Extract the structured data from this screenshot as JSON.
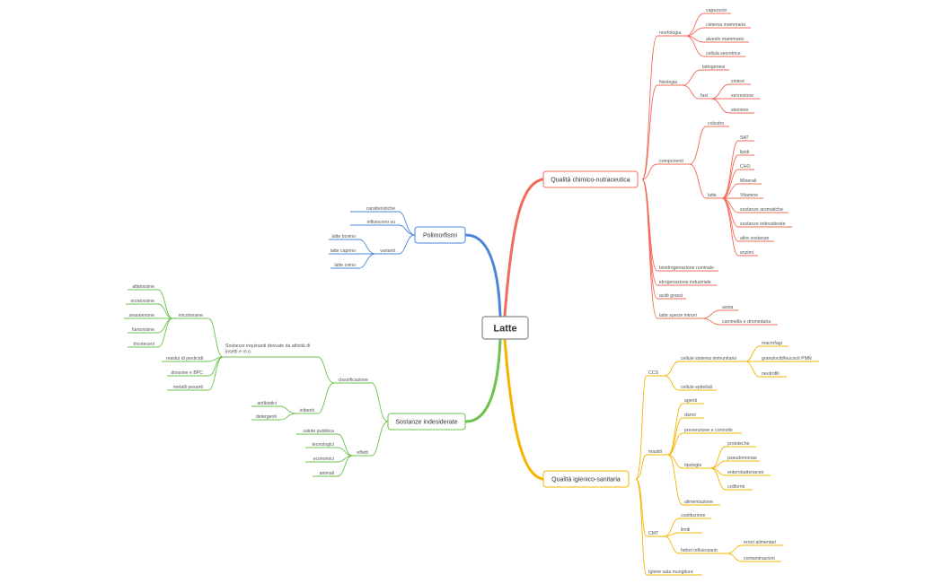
{
  "root": "Latte",
  "colors": {
    "chimico": "#f26b5b",
    "igienico": "#f5b400",
    "polimorfismi": "#4a86d8",
    "sostanze": "#6cc24a",
    "root_border": "#888888"
  },
  "branches": {
    "chimico": {
      "label": "Qualità chimico-nutraceutica",
      "morfologia": {
        "label": "morfologia",
        "items": [
          "capezzolo",
          "cisterna mammaria",
          "alveolo mammario",
          "cellula secretrice"
        ]
      },
      "fisiologia": {
        "label": "fisiologia",
        "lattogenesi": "lattogenesi",
        "fasi": {
          "label": "fasi",
          "items": [
            "sintesi",
            "secrezione",
            "eiezione"
          ]
        }
      },
      "componenti": {
        "label": "componenti",
        "colostro": "colostro",
        "latte": {
          "label": "latte",
          "items": [
            "SAT",
            "lipidi",
            "CHO",
            "Minerali",
            "Vitamine",
            "sostanze aromatiche",
            "sostanze indesiderate",
            "altre sostanze",
            "enzimi"
          ]
        }
      },
      "others": [
        "bioidrogenazione ruminale",
        "idrogenazione industriale",
        "acidi grassi"
      ],
      "specie": {
        "label": "latte specie minori",
        "items": [
          "asina",
          "cammella e dromedaria"
        ]
      }
    },
    "igienico": {
      "label": "Qualità igienico-sanitaria",
      "ccs": {
        "label": "CCS",
        "immunitario": {
          "label": "cellule sistema immunitario",
          "items": [
            "macrofagi",
            "granulociti/leucocit PMN",
            "neutrofili"
          ]
        },
        "epiteliali": "cellule epiteliali"
      },
      "mastiti": {
        "label": "mastiti",
        "items": [
          "agenti",
          "danni",
          "prevenzione e controllo"
        ],
        "tipologie": {
          "label": "tipologie",
          "items": [
            "prototeche",
            "pseudomonas",
            "enterobatteriacee",
            "coliformi"
          ]
        },
        "alimentazione": "alimentazione"
      },
      "cmt": {
        "label": "CMT",
        "items": [
          "costituzione",
          "limiti"
        ],
        "fattori": {
          "label": "fattori influenzanti",
          "items": [
            "errori alimentari",
            "contaminazioni"
          ]
        }
      },
      "igiene": "Igiene sala mungitura"
    },
    "polimorfismi": {
      "label": "Polimorfismi",
      "caratteristiche": "caratteristiche",
      "influiscono": "influiscono su",
      "varianti": {
        "label": "varianti",
        "items": [
          "latte bovino",
          "latte caprino",
          "latte ovino"
        ]
      }
    },
    "sostanze": {
      "label": "Sostanze indesiderate",
      "classificazione": {
        "label": "classificazione",
        "inquinanti": {
          "label": "Sostanze inquinanti derivate da attività di insetti e m.o.",
          "micotossine": {
            "label": "micotossine",
            "items": [
              "aflatossine",
              "ocratossine",
              "zearalenone",
              "fumonisine",
              "tricoteceni"
            ]
          },
          "items": [
            "residui di pesticidi",
            "diossine e BPC",
            "metalli pesanti"
          ]
        },
        "inibenti": {
          "label": "inibenti",
          "items": [
            "antibiotici",
            "detergenti"
          ]
        }
      },
      "effetti": {
        "label": "effetti",
        "items": [
          "salute pubblica",
          "tecnologici",
          "economici",
          "animali"
        ]
      }
    }
  }
}
